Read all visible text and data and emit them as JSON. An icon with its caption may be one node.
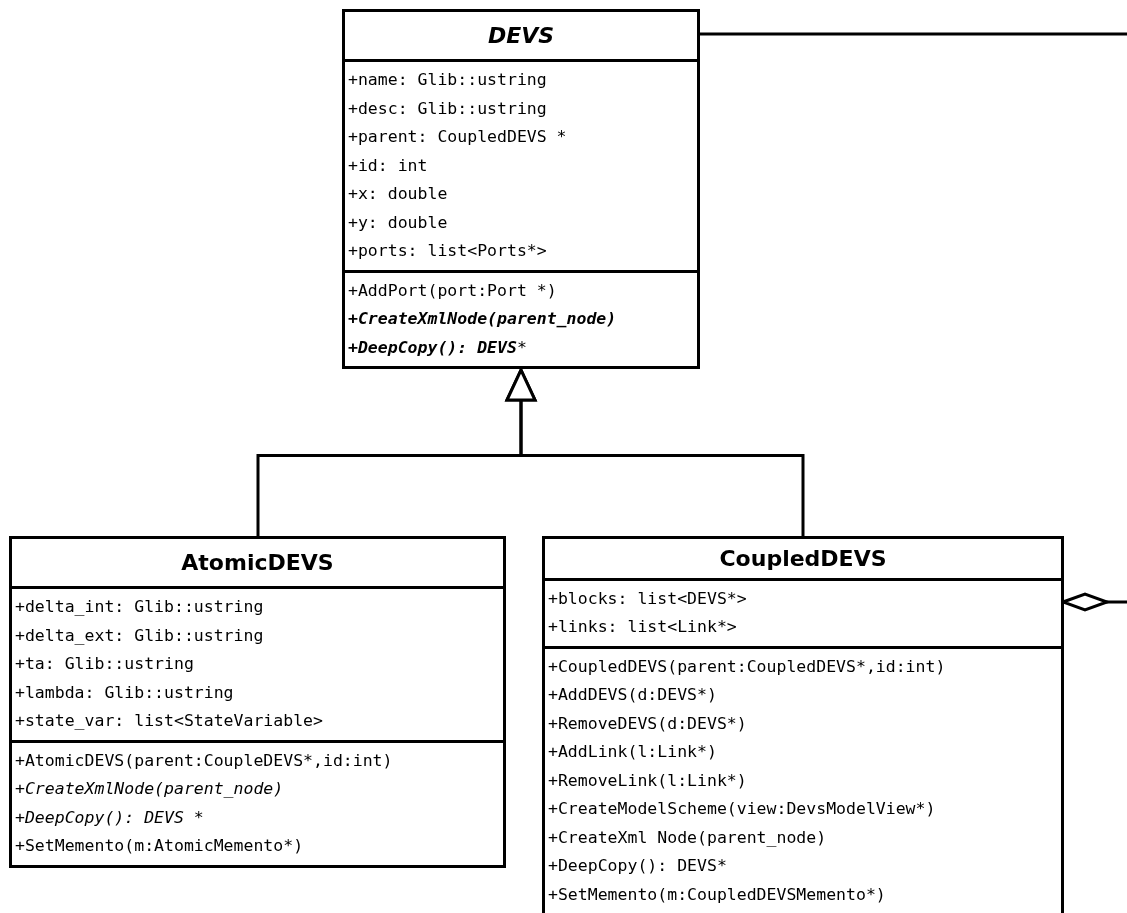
{
  "diagram": {
    "nodes": [
      {
        "text": [
          "*DEVS*",
          "+name: Glib::ustring",
          "+desc: Glib::ustring",
          "+parent: CoupledDEVS *",
          "+id: int",
          "+x: double",
          "+y: double",
          "+ports: list<Ports*>",
          "+AddPort(port:Port *)",
          "**+CreateXmlNode(parent_node)**",
          "**+DeepCopy(): DEVS*** "
        ]
      },
      {
        "text": [
          "AtomicDEVS",
          "+delta_int: Glib::ustring",
          "+delta_ext: Glib::ustring",
          "+ta: Glib::ustring",
          "+lambda: Glib::ustring",
          "+state_var: list<StateVariable>",
          "+AtomicDEVS(parent:CoupleDEVS*,id:int)",
          "*+CreateXmlNode(parent_node)*",
          "*+DeepCopy(): DEVS* *",
          "+SetMemento(m:AtomicMemento*)"
        ]
      },
      {
        "text": [
          "CoupledDEVS",
          "+blocks: list<DEVS*>",
          "+links: list<Link*>",
          "+CoupledDEVS(parent:CoupledDEVS*,id:int)",
          "+AddDEVS(d:DEVS*)",
          "+RemoveDEVS(d:DEVS*)",
          "+AddLink(l:Link*)",
          "+RemoveLink(l:Link*)",
          "+CreateModelScheme(view:DevsModelView*)",
          "+CreateXml Node(parent_node)",
          "+DeepCopy(): DEVS*",
          "+SetMemento(m:CoupledDEVSMemento*)"
        ]
      }
    ],
    "edges": [
      {
        "from": 1,
        "to": 0,
        "arrow": "to"
      },
      {
        "from": 2,
        "to": 0,
        "arrow": "to"
      },
      {
        "from": 0,
        "to": null,
        "arrow": "none"
      },
      {
        "from": 2,
        "to": null,
        "arrow": "other"
      }
    ]
  }
}
